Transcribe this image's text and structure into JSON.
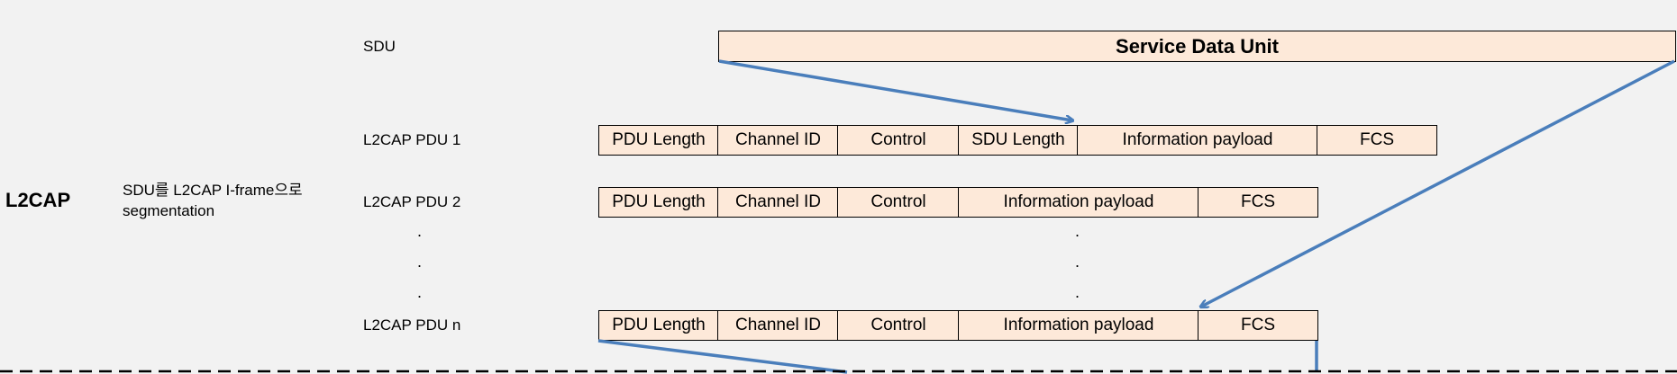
{
  "layer_label": "L2CAP",
  "description_label": "SDU를 L2CAP I-frame으로\nsegmentation",
  "rows": {
    "sdu": {
      "label": "SDU",
      "fields": [
        "Service Data Unit"
      ]
    },
    "pdu1": {
      "label": "L2CAP PDU 1",
      "fields": [
        "PDU Length",
        "Channel ID",
        "Control",
        "SDU Length",
        "Information payload",
        "FCS"
      ]
    },
    "pdu2": {
      "label": "L2CAP PDU 2",
      "fields": [
        "PDU Length",
        "Channel ID",
        "Control",
        "Information payload",
        "FCS"
      ]
    },
    "pdun": {
      "label": "L2CAP PDU n",
      "fields": [
        "PDU Length",
        "Channel ID",
        "Control",
        "Information payload",
        "FCS"
      ]
    }
  },
  "ellipsis": ".",
  "colors": {
    "cell_fill": "#fde9d9",
    "arrow": "#4a7ebb",
    "border": "#000000",
    "background": "#f2f2f2"
  }
}
